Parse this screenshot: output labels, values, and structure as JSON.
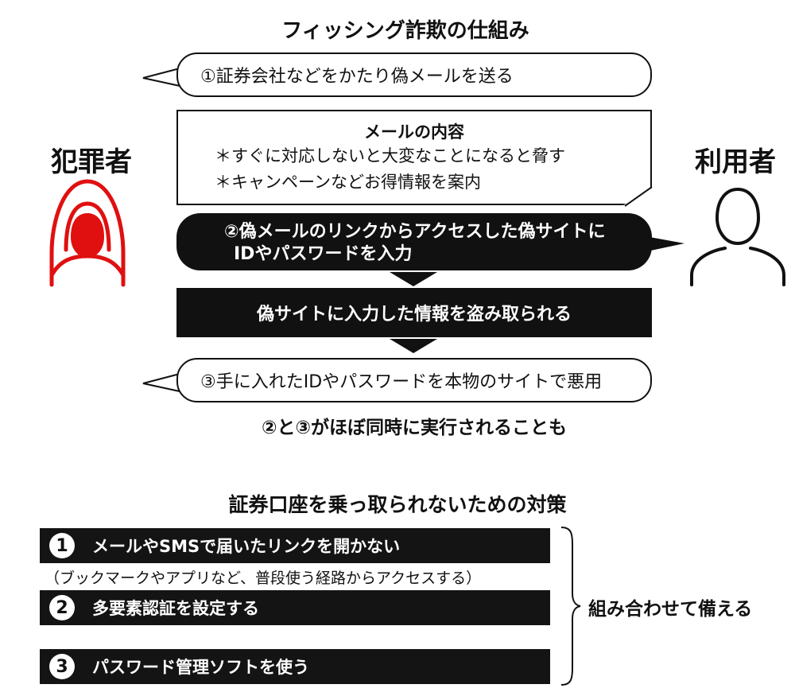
{
  "diagram": {
    "title": "フィッシング詐欺の仕組み",
    "criminal_label": "犯罪者",
    "user_label": "利用者",
    "step1": "①証券会社などをかたり偽メールを送る",
    "mail_title": "メールの内容",
    "mail_line1": "＊すぐに対応しないと大変なことになると脅す",
    "mail_line2": "＊キャンペーンなどお得情報を案内",
    "step2_line1": "②偽メールのリンクからアクセスした偽サイトに",
    "step2_line2": "IDやパスワードを入力",
    "stolen": "偽サイトに入力した情報を盗み取られる",
    "step3": "③手に入れたIDやパスワードを本物のサイトで悪用",
    "note": "②と③がほぼ同時に実行されることも"
  },
  "measures": {
    "title": "証券口座を乗っ取られないための対策",
    "items": [
      {
        "num": "1",
        "label": "メールやSMSで届いたリンクを開かない"
      },
      {
        "num": "2",
        "label": "多要素認証を設定する"
      },
      {
        "num": "3",
        "label": "パスワード管理ソフトを使う"
      }
    ],
    "sub_note": "（ブックマークやアプリなど、普段使う経路からアクセスする）",
    "combine": "組み合わせて備える"
  },
  "colors": {
    "accent": "#e01010",
    "ink": "#111111"
  }
}
